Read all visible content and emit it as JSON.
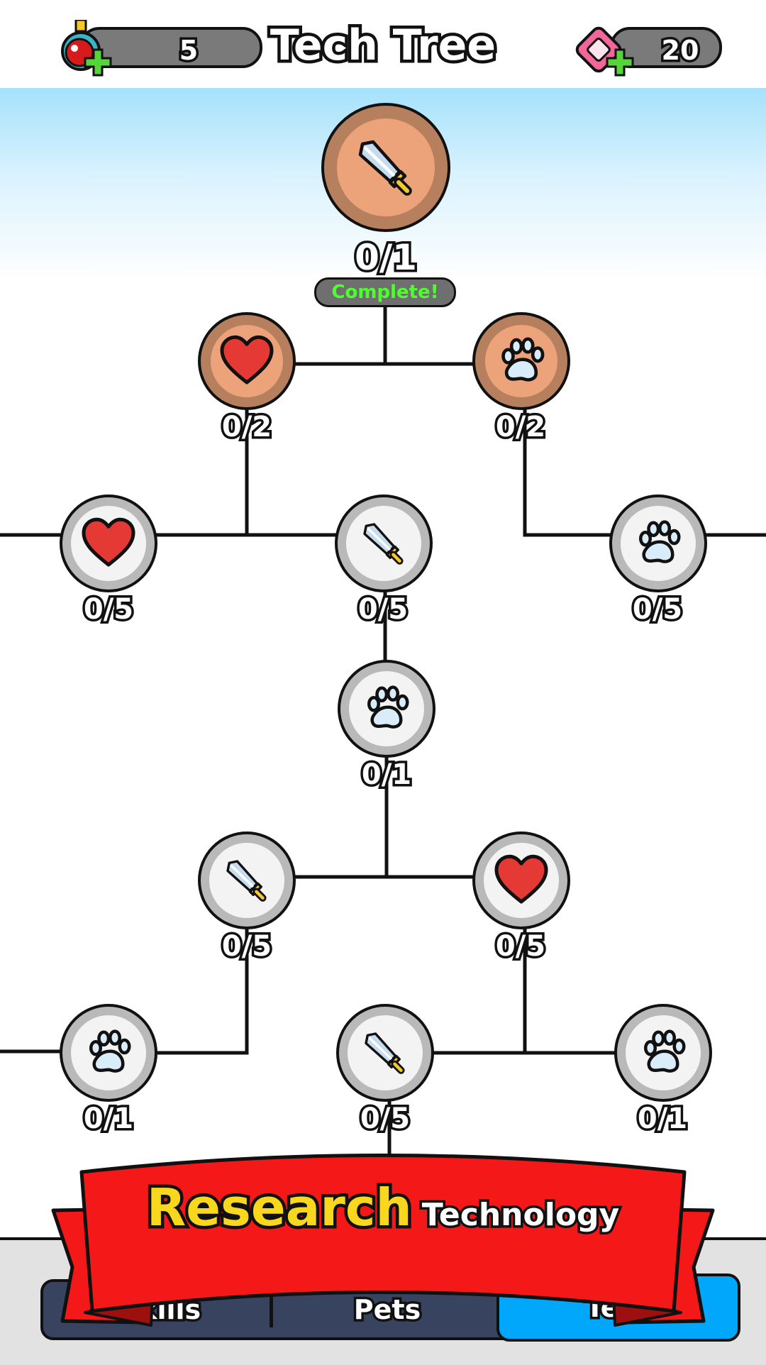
{
  "header": {
    "title": "Tech Tree",
    "potions": {
      "icon": "potion-icon",
      "value": "5"
    },
    "gems": {
      "icon": "gem-icon",
      "value": "20"
    }
  },
  "tree": {
    "root": {
      "icon": "sword-icon",
      "count": "0/1",
      "status": "Complete!"
    },
    "tier2": [
      {
        "icon": "heart-icon",
        "count": "0/2"
      },
      {
        "icon": "paw-icon",
        "count": "0/2"
      }
    ],
    "tier3": [
      {
        "icon": "heart-icon",
        "count": "0/5"
      },
      {
        "icon": "sword-icon",
        "count": "0/5"
      },
      {
        "icon": "paw-icon",
        "count": "0/5"
      }
    ],
    "tier4": [
      {
        "icon": "paw-icon",
        "count": "0/1"
      }
    ],
    "tier5": [
      {
        "icon": "sword-icon",
        "count": "0/5"
      },
      {
        "icon": "heart-icon",
        "count": "0/5"
      }
    ],
    "tier6": [
      {
        "icon": "paw-icon",
        "count": "0/1"
      },
      {
        "icon": "sword-icon",
        "count": "0/5"
      },
      {
        "icon": "paw-icon",
        "count": "0/1"
      }
    ]
  },
  "banner": {
    "word1": "Research",
    "word2": "Technology"
  },
  "tabs": {
    "skills": "Skills",
    "pets": "Pets",
    "tech": "Tech"
  },
  "colors": {
    "sky": "#a5e1fb",
    "node_unlocked": "#eda37a",
    "node_locked": "#f3f3f3",
    "complete_text": "#4dff2f",
    "banner_red": "#f41818",
    "banner_gold": "#f9d71c",
    "tab_bar": "#38445f",
    "tab_active": "#00a7fb"
  }
}
